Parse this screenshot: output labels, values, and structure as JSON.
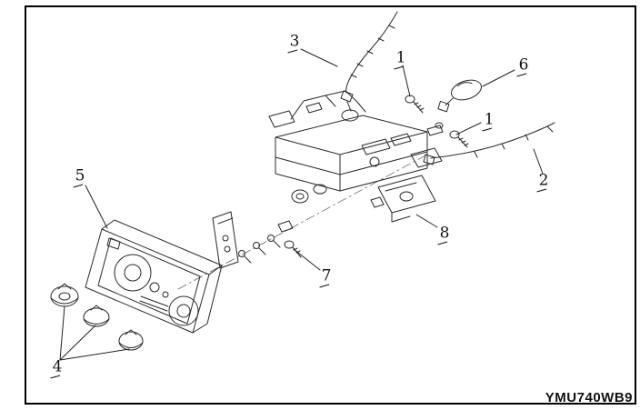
{
  "figure": {
    "code": "YMU740WB9",
    "callouts": [
      {
        "label": "3"
      },
      {
        "label": "1"
      },
      {
        "label": "6"
      },
      {
        "label": "1"
      },
      {
        "label": "2"
      },
      {
        "label": "5"
      },
      {
        "label": "8"
      },
      {
        "label": "7"
      },
      {
        "label": "4"
      }
    ]
  }
}
